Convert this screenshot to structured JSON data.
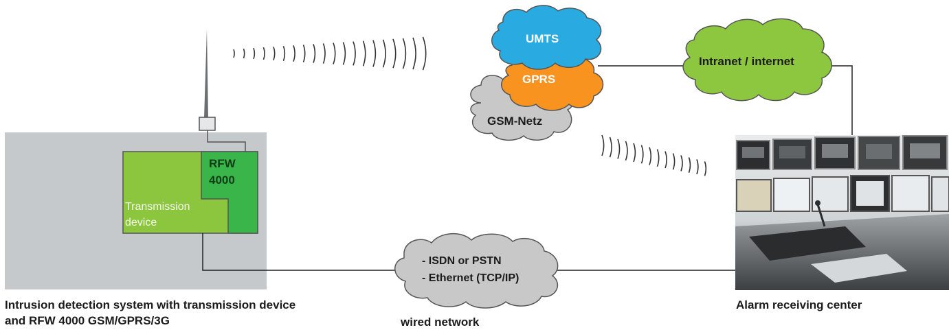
{
  "device": {
    "module_label_line1": "RFW",
    "module_label_line2": "4000",
    "transmission_label_line1": "Transmission",
    "transmission_label_line2": "device"
  },
  "clouds": {
    "umts": "UMTS",
    "gprs": "GPRS",
    "gsm": "GSM-Netz",
    "internet": "Intranet / internet",
    "wired_line1": "- ISDN or PSTN",
    "wired_line2": "- Ethernet (TCP/IP)"
  },
  "captions": {
    "intrusion_line1": "Intrusion detection system with transmission device",
    "intrusion_line2": "and RFW 4000 GSM/GPRS/3G",
    "wired": "wired network",
    "alarm": "Alarm receiving center"
  },
  "colors": {
    "building_gray": "#c5c9cc",
    "device_light_green": "#8cc63f",
    "module_dark_green": "#39b54a",
    "umts_blue": "#29abe2",
    "gprs_orange": "#f7931e",
    "gsm_gray": "#c8c8c8",
    "internet_green": "#8dc63f",
    "wired_gray": "#c8c8c8"
  }
}
